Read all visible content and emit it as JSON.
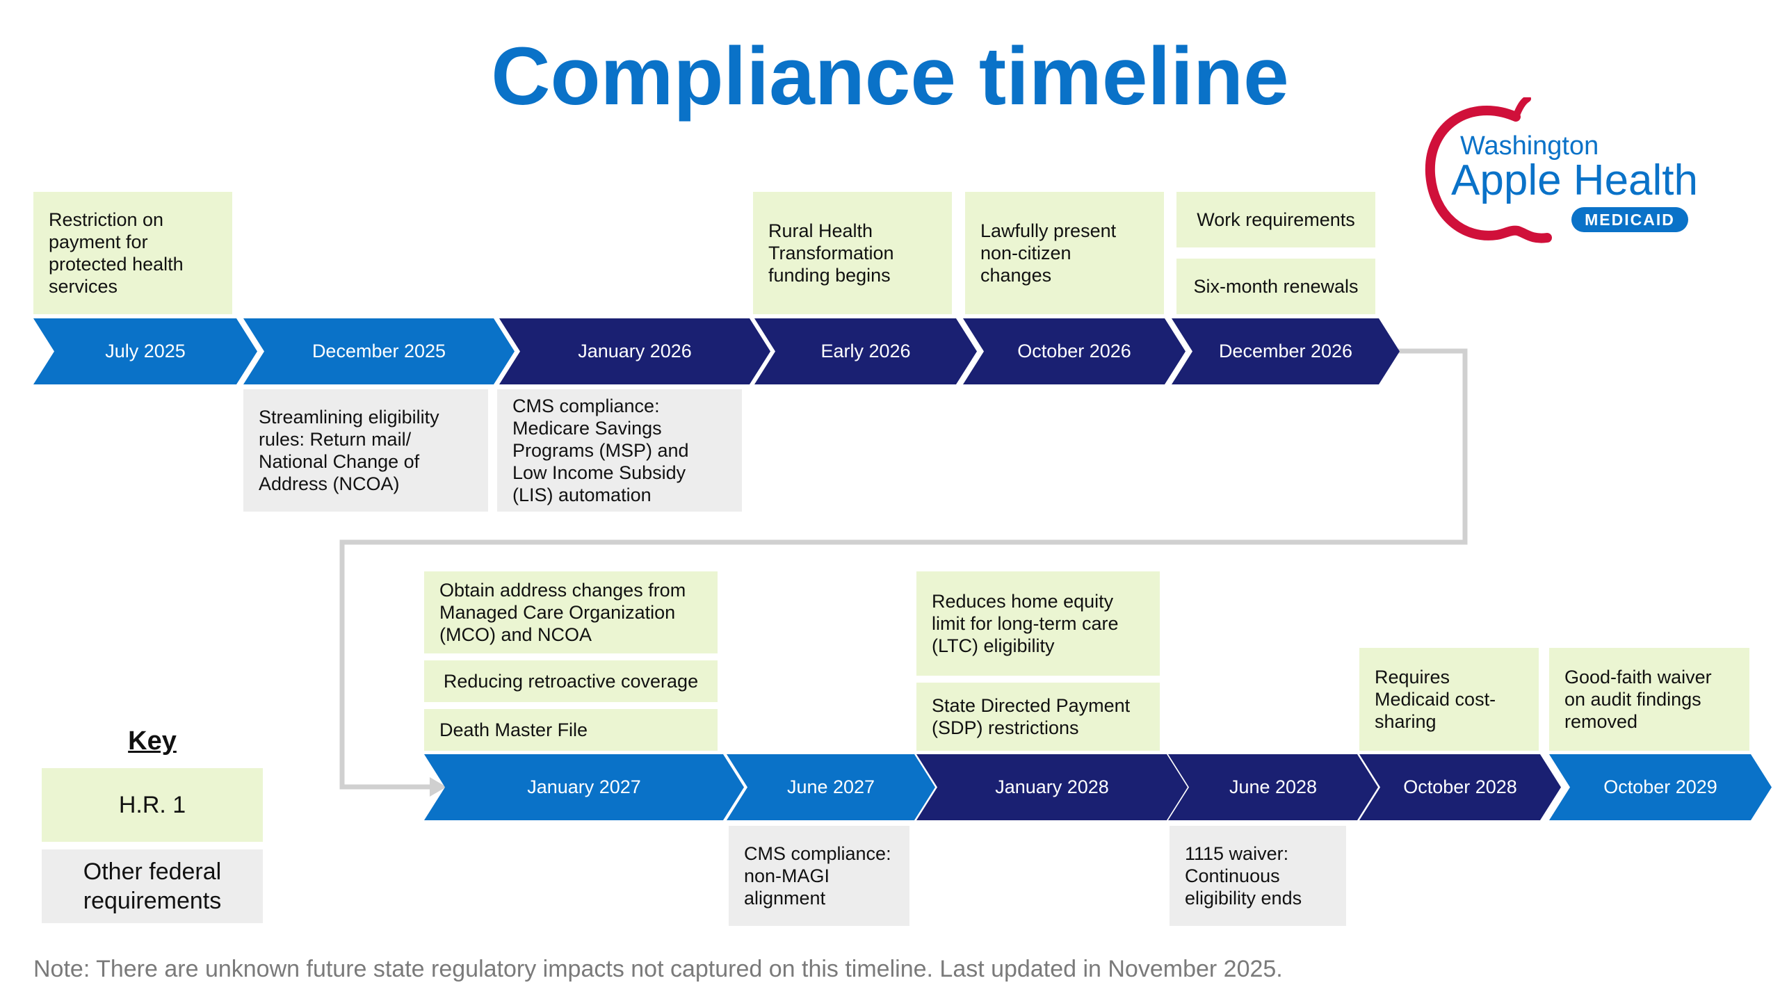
{
  "title": "Compliance timeline",
  "logo": {
    "line1": "Washington",
    "line2": "Apple Health",
    "badge": "MEDICAID",
    "apple_color": "#d0103a",
    "text_color": "#0a72c8"
  },
  "colors": {
    "hr1": "#ebf5d2",
    "other_federal": "#ededed",
    "arrow_blue": "#0a72c8",
    "arrow_navy": "#1a2072",
    "connector": "#d0d0d0"
  },
  "row1": {
    "milestones": [
      "July 2025",
      "December 2025",
      "January 2026",
      "Early 2026",
      "October 2026",
      "December 2026"
    ],
    "above": [
      "Restriction on\npayment for\nprotected health\nservices",
      "Rural Health\nTransformation\nfunding begins",
      "Lawfully present\nnon-citizen\nchanges",
      "Work requirements",
      "Six-month renewals"
    ],
    "below": [
      "Streamlining eligibility\nrules: Return mail/\nNational Change of\nAddress (NCOA)",
      "CMS compliance:\nMedicare Savings\nPrograms (MSP) and\nLow Income Subsidy\n(LIS) automation"
    ]
  },
  "row2": {
    "milestones": [
      "January 2027",
      "June 2027",
      "January 2028",
      "June 2028",
      "October 2028",
      "October 2029"
    ],
    "above": [
      "Obtain address changes from\nManaged Care Organization\n(MCO) and NCOA",
      "Reducing retroactive coverage",
      "Death Master File",
      "Reduces home equity\nlimit for long-term care\n(LTC) eligibility",
      "State Directed Payment\n(SDP) restrictions",
      "Requires\nMedicaid cost-\nsharing",
      "Good-faith waiver\non audit findings\nremoved"
    ],
    "below": [
      "CMS compliance:\nnon-MAGI\nalignment",
      "1115 waiver:\nContinuous\neligibility ends"
    ]
  },
  "key": {
    "title": "Key",
    "items": [
      "H.R. 1",
      "Other federal\nrequirements"
    ]
  },
  "note": "Note: There are unknown future state regulatory impacts not captured on this timeline. Last updated in November 2025."
}
